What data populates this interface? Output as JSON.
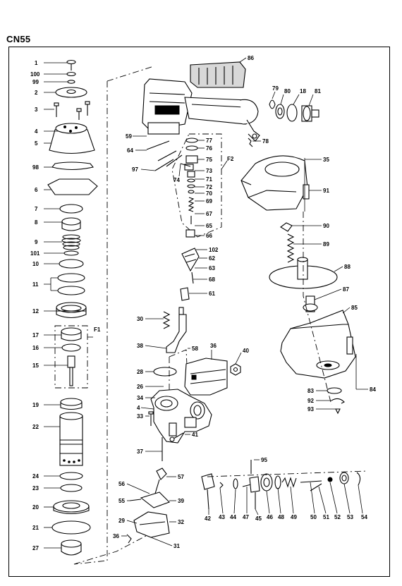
{
  "title": "CN55",
  "groups": {
    "g1": "F1",
    "g2": "F2"
  },
  "labels": [
    {
      "id": "1",
      "text": "1"
    },
    {
      "id": "100",
      "text": "100"
    },
    {
      "id": "99",
      "text": "99"
    },
    {
      "id": "2",
      "text": "2"
    },
    {
      "id": "3",
      "text": "3"
    },
    {
      "id": "4",
      "text": "4"
    },
    {
      "id": "5",
      "text": "5"
    },
    {
      "id": "98",
      "text": "98"
    },
    {
      "id": "6",
      "text": "6"
    },
    {
      "id": "7",
      "text": "7"
    },
    {
      "id": "8",
      "text": "8"
    },
    {
      "id": "9",
      "text": "9"
    },
    {
      "id": "101",
      "text": "101"
    },
    {
      "id": "10",
      "text": "10"
    },
    {
      "id": "11",
      "text": "11"
    },
    {
      "id": "12",
      "text": "12"
    },
    {
      "id": "17",
      "text": "17"
    },
    {
      "id": "16",
      "text": "16"
    },
    {
      "id": "15",
      "text": "15"
    },
    {
      "id": "19",
      "text": "19"
    },
    {
      "id": "22",
      "text": "22"
    },
    {
      "id": "24",
      "text": "24"
    },
    {
      "id": "23",
      "text": "23"
    },
    {
      "id": "20",
      "text": "20"
    },
    {
      "id": "21",
      "text": "21"
    },
    {
      "id": "27",
      "text": "27"
    },
    {
      "id": "86",
      "text": "86"
    },
    {
      "id": "59",
      "text": "59"
    },
    {
      "id": "64",
      "text": "64"
    },
    {
      "id": "97",
      "text": "97"
    },
    {
      "id": "77",
      "text": "77"
    },
    {
      "id": "76",
      "text": "76"
    },
    {
      "id": "75",
      "text": "75"
    },
    {
      "id": "74",
      "text": "74"
    },
    {
      "id": "73",
      "text": "73"
    },
    {
      "id": "71",
      "text": "71"
    },
    {
      "id": "72",
      "text": "72"
    },
    {
      "id": "70",
      "text": "70"
    },
    {
      "id": "69",
      "text": "69"
    },
    {
      "id": "67",
      "text": "67"
    },
    {
      "id": "65",
      "text": "65"
    },
    {
      "id": "66",
      "text": "66"
    },
    {
      "id": "79",
      "text": "79"
    },
    {
      "id": "80",
      "text": "80"
    },
    {
      "id": "18",
      "text": "18"
    },
    {
      "id": "81",
      "text": "81"
    },
    {
      "id": "78",
      "text": "78"
    },
    {
      "id": "35",
      "text": "35"
    },
    {
      "id": "91",
      "text": "91"
    },
    {
      "id": "90",
      "text": "90"
    },
    {
      "id": "89",
      "text": "89"
    },
    {
      "id": "88",
      "text": "88"
    },
    {
      "id": "87",
      "text": "87"
    },
    {
      "id": "85",
      "text": "85"
    },
    {
      "id": "84",
      "text": "84"
    },
    {
      "id": "83",
      "text": "83"
    },
    {
      "id": "92",
      "text": "92"
    },
    {
      "id": "93",
      "text": "93"
    },
    {
      "id": "102",
      "text": "102"
    },
    {
      "id": "62",
      "text": "62"
    },
    {
      "id": "63",
      "text": "63"
    },
    {
      "id": "68",
      "text": "68"
    },
    {
      "id": "61",
      "text": "61"
    },
    {
      "id": "30",
      "text": "30"
    },
    {
      "id": "38",
      "text": "38"
    },
    {
      "id": "58",
      "text": "58"
    },
    {
      "id": "36",
      "text": "36"
    },
    {
      "id": "40",
      "text": "40"
    },
    {
      "id": "28",
      "text": "28"
    },
    {
      "id": "26",
      "text": "26"
    },
    {
      "id": "34",
      "text": "34"
    },
    {
      "id": "4b",
      "text": "4"
    },
    {
      "id": "33",
      "text": "33"
    },
    {
      "id": "41",
      "text": "41"
    },
    {
      "id": "37",
      "text": "37"
    },
    {
      "id": "57",
      "text": "57"
    },
    {
      "id": "56",
      "text": "56"
    },
    {
      "id": "55",
      "text": "55"
    },
    {
      "id": "39",
      "text": "39"
    },
    {
      "id": "29",
      "text": "29"
    },
    {
      "id": "32",
      "text": "32"
    },
    {
      "id": "36b",
      "text": "36"
    },
    {
      "id": "31",
      "text": "31"
    },
    {
      "id": "95",
      "text": "95"
    },
    {
      "id": "42",
      "text": "42"
    },
    {
      "id": "43",
      "text": "43"
    },
    {
      "id": "44",
      "text": "44"
    },
    {
      "id": "47",
      "text": "47"
    },
    {
      "id": "45",
      "text": "45"
    },
    {
      "id": "46",
      "text": "46"
    },
    {
      "id": "48",
      "text": "48"
    },
    {
      "id": "49",
      "text": "49"
    },
    {
      "id": "50",
      "text": "50"
    },
    {
      "id": "51",
      "text": "51"
    },
    {
      "id": "52",
      "text": "52"
    },
    {
      "id": "53",
      "text": "53"
    },
    {
      "id": "54",
      "text": "54"
    }
  ]
}
